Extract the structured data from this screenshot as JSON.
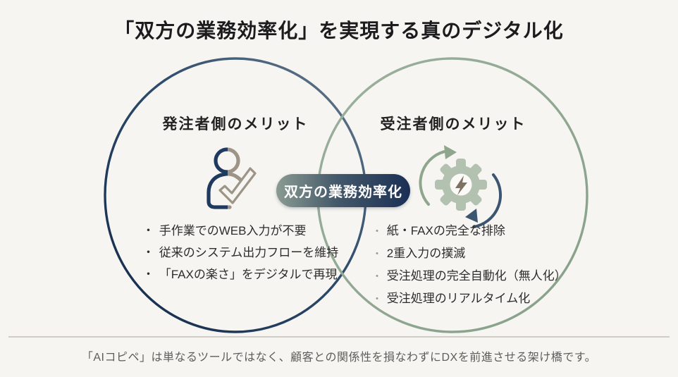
{
  "title": "「双方の業務効率化」を実現する真のデジタル化",
  "venn": {
    "bullet_char": "・",
    "center_label": "双方の業務効率化",
    "left": {
      "heading": "発注者側のメリット",
      "icon": "person-check-icon",
      "bullets": [
        "手作業でのWEB入力が不要",
        "従来のシステム出力フローを維持",
        "「FAXの楽さ」をデジタルで再現"
      ]
    },
    "right": {
      "heading": "受注者側のメリット",
      "icon": "gear-sync-icon",
      "bullets": [
        "紙・FAXの完全な排除",
        "2重入力の撲滅",
        "受注処理の完全自動化（無人化）",
        "受注処理のリアルタイム化"
      ]
    }
  },
  "footer": "「AIコピペ」は単なるツールではなく、顧客との関係性を損なわずにDXを前進させる架け橋です。",
  "colors": {
    "background": "#f6f5f1",
    "left_circle": "#1f3a5e",
    "right_circle": "#90a590",
    "pill_gradient_start": "#8a9b92",
    "pill_gradient_end": "#1b2f55",
    "pill_text": "#ffffff",
    "title_text": "#1c1c1e",
    "footer_text": "#5d5d5b",
    "person_icon_navy": "#1f3a5e",
    "person_icon_tan": "#9c9486",
    "gear_sage": "#b2c1b0",
    "gear_slate": "#74879a",
    "bolt_brown": "#7d7262"
  }
}
